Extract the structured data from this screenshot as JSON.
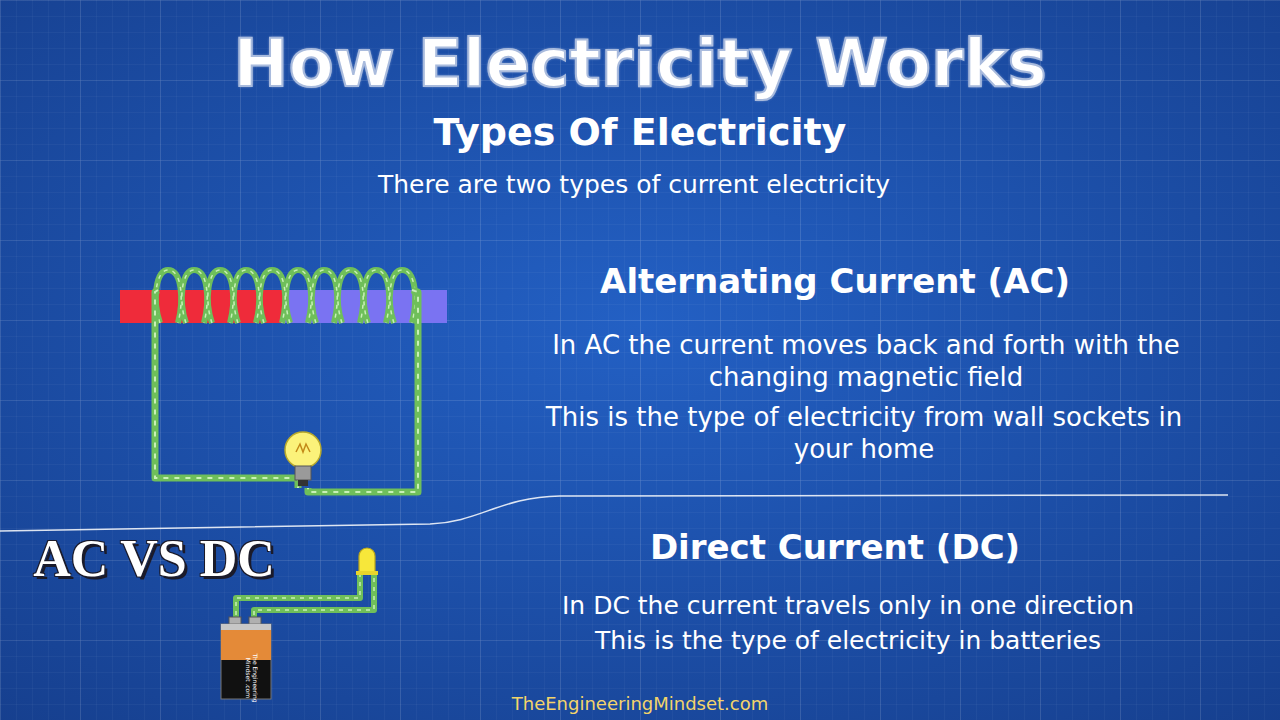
{
  "diagram": {
    "title": "How Electricity Works",
    "labels": [
      "Types Of Electricity",
      "There are two types of current electricity",
      "Alternating Current (AC)",
      "In AC the current moves back and forth with the changing magnetic field",
      "This is the type of electricity from wall sockets in your home",
      "AC VS DC",
      "Direct Current (DC)",
      "In DC the current travels only in one direction",
      "This is the type of electricity in batteries",
      "The Engineering Mindset .com",
      "TheEngineeringMindset.com"
    ]
  }
}
